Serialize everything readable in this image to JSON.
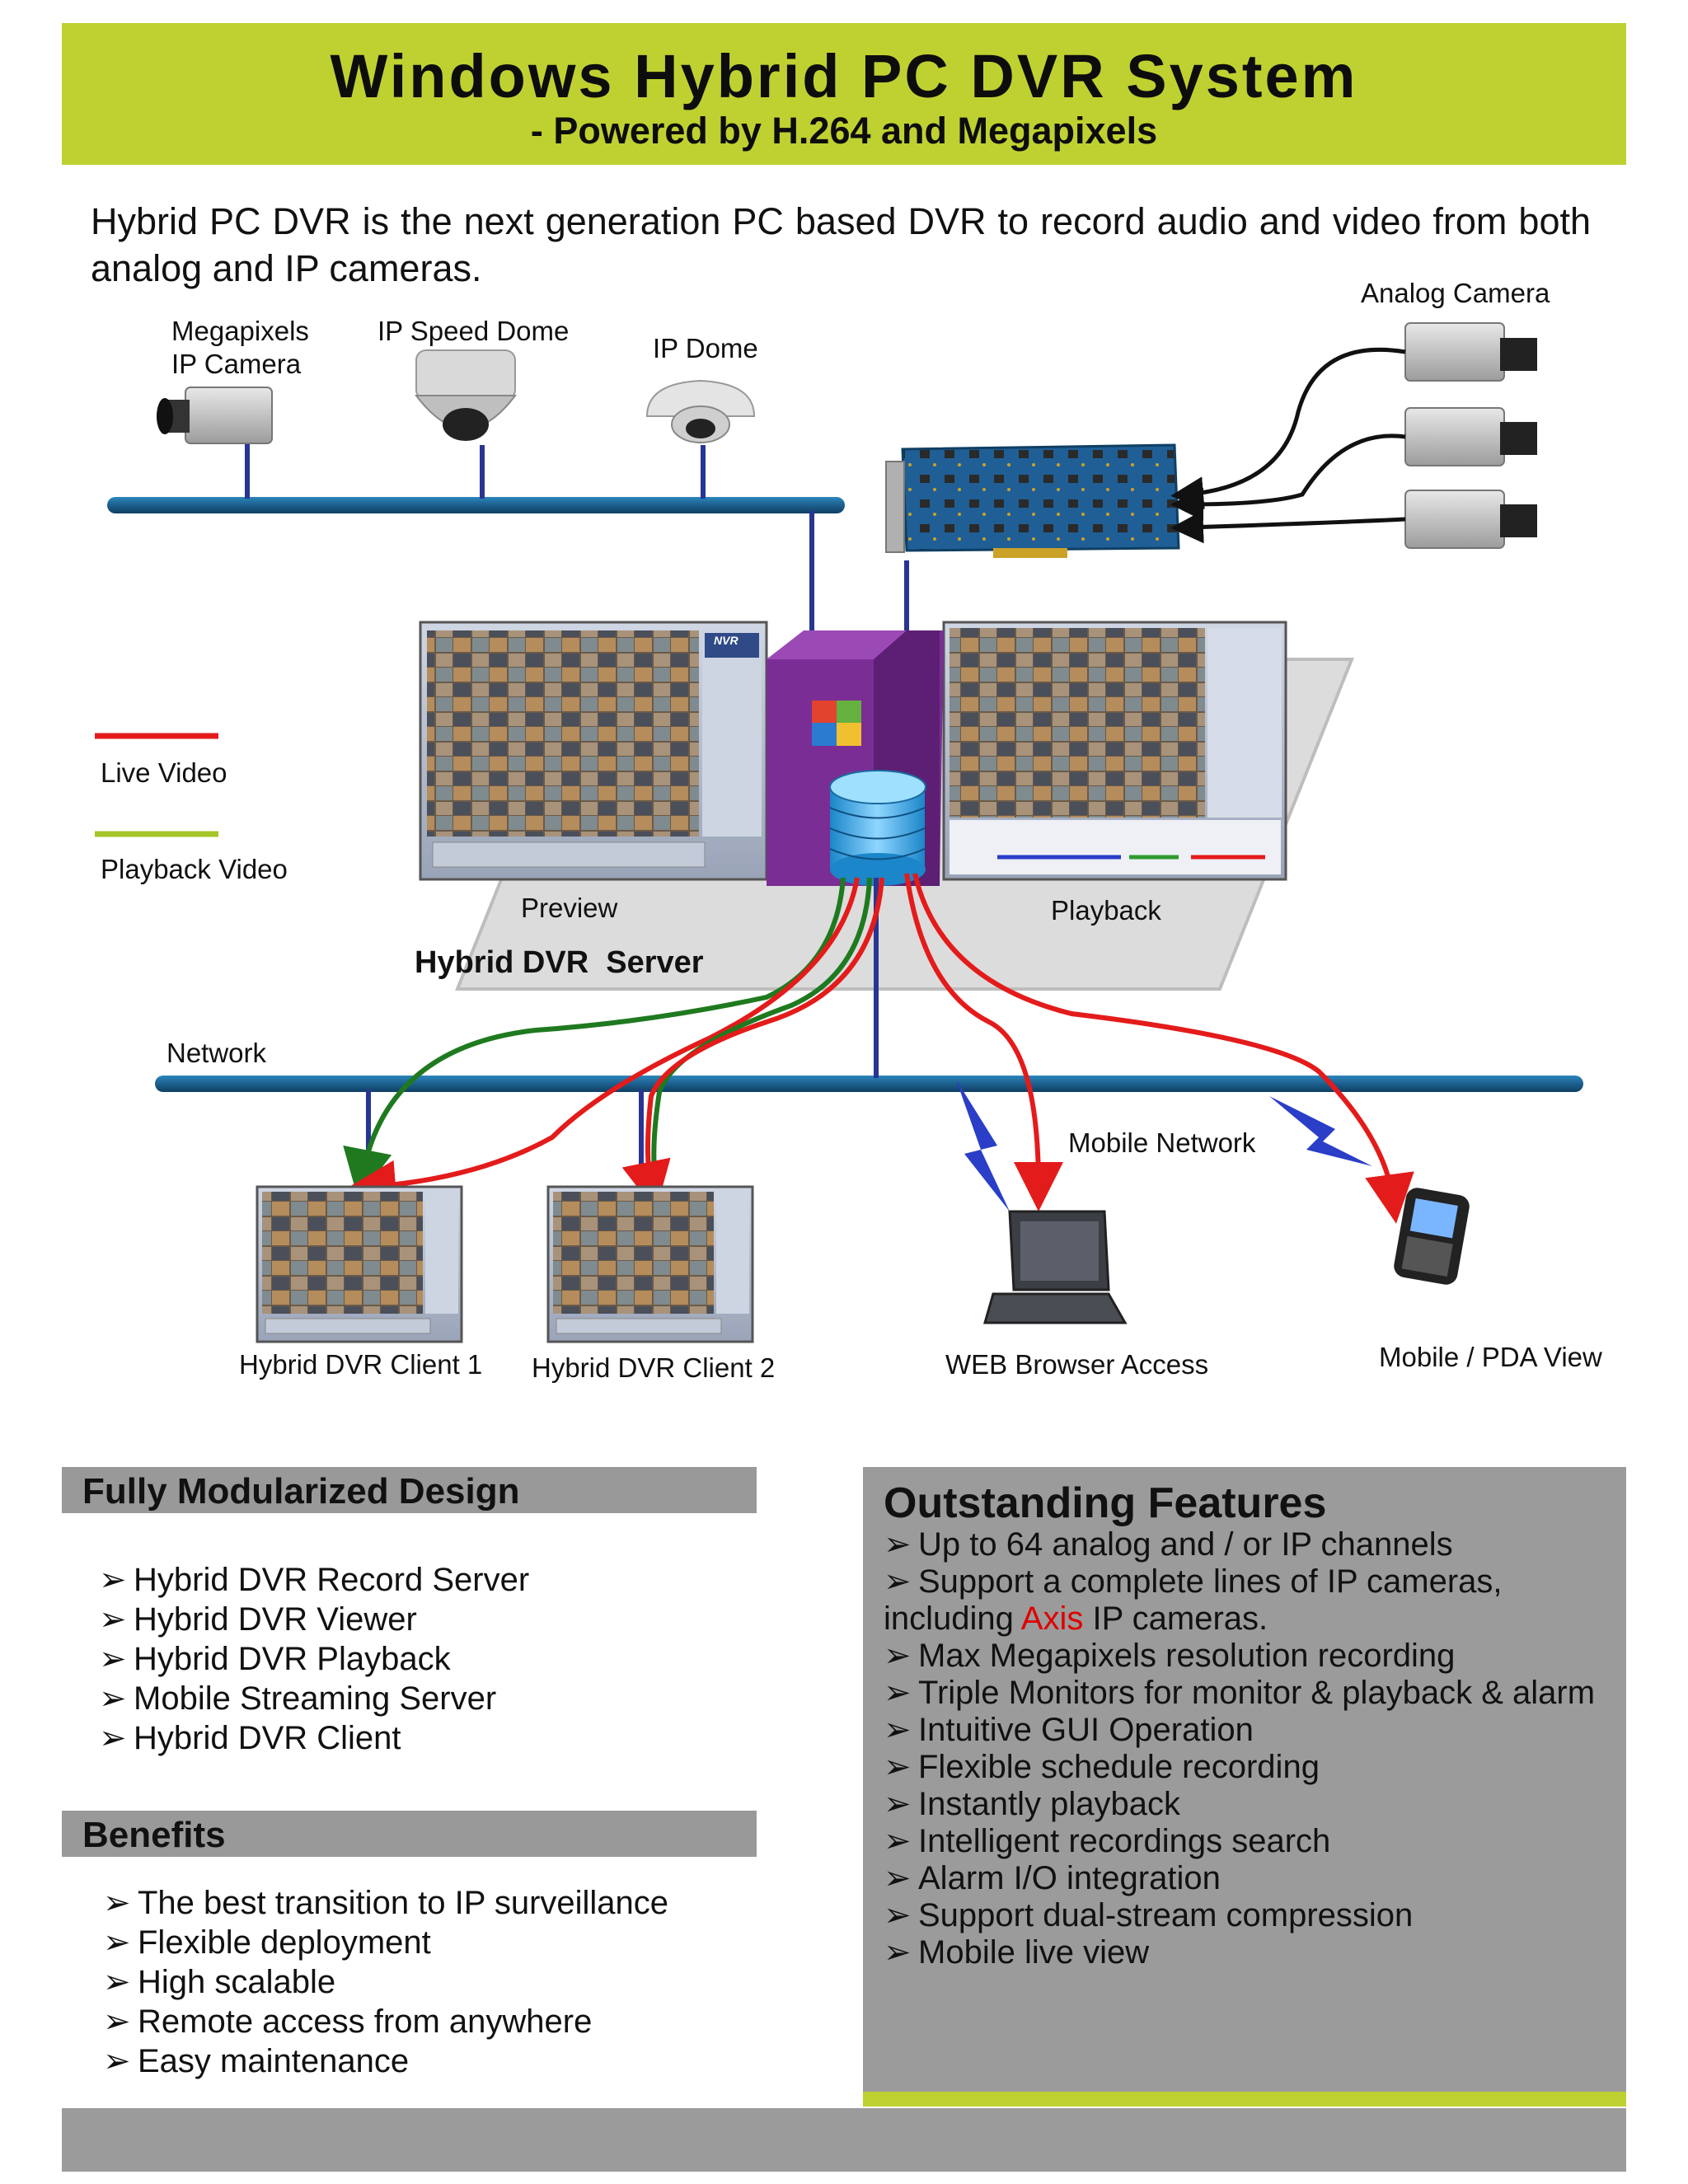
{
  "header": {
    "title": "Windows Hybrid PC DVR System",
    "subtitle": "- Powered by H.264 and Megapixels"
  },
  "intro": "Hybrid PC DVR is the next generation PC based DVR to record audio and video from both analog and IP cameras.",
  "diagram": {
    "labels": {
      "megapixels_camera": [
        "Megapixels",
        "IP Camera"
      ],
      "ip_speed_dome": "IP Speed Dome",
      "ip_dome": "IP Dome",
      "analog_camera": "Analog Camera",
      "preview": "Preview",
      "playback": "Playback",
      "server": "Hybrid DVR  Server",
      "network": "Network",
      "mobile_network": "Mobile Network",
      "client1": "Hybrid DVR Client 1",
      "client2": "Hybrid DVR Client 2",
      "web_browser": "WEB Browser Access",
      "mobile_view": "Mobile / PDA View",
      "nvr_badge": "NVR"
    },
    "legend": [
      {
        "label": "Live Video",
        "color": "#e41b1b"
      },
      {
        "label": "Playback Video",
        "color": "#a6c528"
      }
    ],
    "colors": {
      "bus": "#1f6e9e",
      "live_arrow": "#e41b1b",
      "playback_arrow": "#1f7a1f",
      "link": "#283593",
      "bolt": "#2a3ec8",
      "platform": "#dcdcdc",
      "tower": "#7b2d96"
    }
  },
  "modular": {
    "title": "Fully Modularized Design",
    "bullet": "➢",
    "items": [
      "Hybrid DVR Record Server",
      "Hybrid DVR Viewer",
      "Hybrid DVR Playback",
      "Mobile Streaming Server",
      "Hybrid DVR Client"
    ]
  },
  "benefits": {
    "title": "Benefits",
    "items": [
      "The best transition to IP surveillance",
      "Flexible deployment",
      "High scalable",
      "Remote access from anywhere",
      "Easy maintenance"
    ]
  },
  "features": {
    "title": "Outstanding Features",
    "items": [
      "Up to 64 analog and / or IP channels",
      "Support a complete lines of IP cameras,",
      "Max Megapixels resolution recording",
      "Triple Monitors for monitor & playback & alarm",
      "Intuitive GUI Operation",
      "Flexible schedule recording",
      "Instantly playback",
      "Intelligent recordings search",
      "Alarm I/O integration",
      "Support dual-stream compression",
      "Mobile live view"
    ],
    "axis_line": {
      "before": "including ",
      "highlight": "Axis",
      "after": " IP cameras."
    }
  }
}
